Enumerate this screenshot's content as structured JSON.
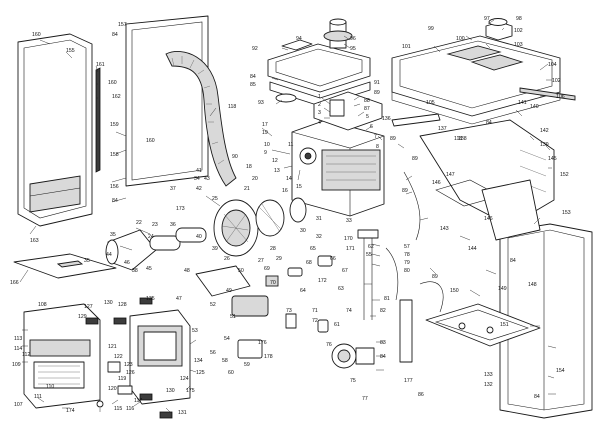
{
  "callouts": [
    {
      "id": "97",
      "label": "97"
    },
    {
      "id": "98",
      "label": "98"
    },
    {
      "id": "102a",
      "label": "102"
    },
    {
      "id": "99",
      "label": "99"
    },
    {
      "id": "100",
      "label": "100"
    },
    {
      "id": "103",
      "label": "103"
    },
    {
      "id": "101",
      "label": "101"
    },
    {
      "id": "104",
      "label": "104"
    },
    {
      "id": "102b",
      "label": "102"
    },
    {
      "id": "106",
      "label": "106"
    },
    {
      "id": "105",
      "label": "105"
    },
    {
      "id": "96",
      "label": "96"
    },
    {
      "id": "95",
      "label": "95"
    },
    {
      "id": "94",
      "label": "94"
    },
    {
      "id": "92",
      "label": "92"
    },
    {
      "id": "84a",
      "label": "84"
    },
    {
      "id": "85a",
      "label": "85"
    },
    {
      "id": "91",
      "label": "91"
    },
    {
      "id": "89a",
      "label": "89"
    },
    {
      "id": "93",
      "label": "93"
    },
    {
      "id": "88",
      "label": "88"
    },
    {
      "id": "87",
      "label": "87"
    },
    {
      "id": "160a",
      "label": "160"
    },
    {
      "id": "155",
      "label": "155"
    },
    {
      "id": "157",
      "label": "157"
    },
    {
      "id": "84b",
      "label": "84"
    },
    {
      "id": "161",
      "label": "161"
    },
    {
      "id": "160b",
      "label": "160"
    },
    {
      "id": "162",
      "label": "162"
    },
    {
      "id": "159",
      "label": "159"
    },
    {
      "id": "158",
      "label": "158"
    },
    {
      "id": "160c",
      "label": "160"
    },
    {
      "id": "118a",
      "label": "118"
    },
    {
      "id": "156",
      "label": "156"
    },
    {
      "id": "84c",
      "label": "84"
    },
    {
      "id": "163",
      "label": "163"
    },
    {
      "id": "166",
      "label": "166"
    },
    {
      "id": "17",
      "label": "17"
    },
    {
      "id": "19",
      "label": "19"
    },
    {
      "id": "10",
      "label": "10"
    },
    {
      "id": "9",
      "label": "9"
    },
    {
      "id": "11",
      "label": "11"
    },
    {
      "id": "12",
      "label": "12"
    },
    {
      "id": "13",
      "label": "13"
    },
    {
      "id": "14",
      "label": "14"
    },
    {
      "id": "15",
      "label": "15"
    },
    {
      "id": "16",
      "label": "16"
    },
    {
      "id": "18",
      "label": "18"
    },
    {
      "id": "20",
      "label": "20"
    },
    {
      "id": "21",
      "label": "21"
    },
    {
      "id": "90",
      "label": "90"
    },
    {
      "id": "34",
      "label": "34"
    },
    {
      "id": "37",
      "label": "37"
    },
    {
      "id": "41",
      "label": "41"
    },
    {
      "id": "42",
      "label": "42"
    },
    {
      "id": "43",
      "label": "43"
    },
    {
      "id": "1",
      "label": "1"
    },
    {
      "id": "2",
      "label": "2"
    },
    {
      "id": "3",
      "label": "3"
    },
    {
      "id": "4",
      "label": "4"
    },
    {
      "id": "5",
      "label": "5"
    },
    {
      "id": "6",
      "label": "6"
    },
    {
      "id": "7",
      "label": "7"
    },
    {
      "id": "8",
      "label": "8"
    },
    {
      "id": "89b",
      "label": "89"
    },
    {
      "id": "89c",
      "label": "89"
    },
    {
      "id": "89d",
      "label": "89"
    },
    {
      "id": "89e",
      "label": "89"
    },
    {
      "id": "173",
      "label": "173"
    },
    {
      "id": "22",
      "label": "22"
    },
    {
      "id": "23",
      "label": "23"
    },
    {
      "id": "24",
      "label": "24"
    },
    {
      "id": "25",
      "label": "25"
    },
    {
      "id": "26",
      "label": "26"
    },
    {
      "id": "27",
      "label": "27"
    },
    {
      "id": "28",
      "label": "28"
    },
    {
      "id": "29",
      "label": "29"
    },
    {
      "id": "30",
      "label": "30"
    },
    {
      "id": "31",
      "label": "31"
    },
    {
      "id": "32",
      "label": "32"
    },
    {
      "id": "33",
      "label": "33"
    },
    {
      "id": "35a",
      "label": "35"
    },
    {
      "id": "35b",
      "label": "35"
    },
    {
      "id": "36",
      "label": "36"
    },
    {
      "id": "38",
      "label": "38"
    },
    {
      "id": "39",
      "label": "39"
    },
    {
      "id": "40",
      "label": "40"
    },
    {
      "id": "44",
      "label": "44"
    },
    {
      "id": "45",
      "label": "45"
    },
    {
      "id": "46",
      "label": "46"
    },
    {
      "id": "47",
      "label": "47"
    },
    {
      "id": "48",
      "label": "48"
    },
    {
      "id": "49",
      "label": "49"
    },
    {
      "id": "50",
      "label": "50"
    },
    {
      "id": "51",
      "label": "51"
    },
    {
      "id": "52",
      "label": "52"
    },
    {
      "id": "53",
      "label": "53"
    },
    {
      "id": "54",
      "label": "54"
    },
    {
      "id": "55",
      "label": "55"
    },
    {
      "id": "56",
      "label": "56"
    },
    {
      "id": "57",
      "label": "57"
    },
    {
      "id": "58",
      "label": "58"
    },
    {
      "id": "59",
      "label": "59"
    },
    {
      "id": "60",
      "label": "60"
    },
    {
      "id": "61",
      "label": "61"
    },
    {
      "id": "62",
      "label": "62"
    },
    {
      "id": "63",
      "label": "63"
    },
    {
      "id": "64",
      "label": "64"
    },
    {
      "id": "65",
      "label": "65"
    },
    {
      "id": "66",
      "label": "66"
    },
    {
      "id": "67",
      "label": "67"
    },
    {
      "id": "68",
      "label": "68"
    },
    {
      "id": "69",
      "label": "69"
    },
    {
      "id": "70",
      "label": "70"
    },
    {
      "id": "71",
      "label": "71"
    },
    {
      "id": "72",
      "label": "72"
    },
    {
      "id": "73",
      "label": "73"
    },
    {
      "id": "74",
      "label": "74"
    },
    {
      "id": "75",
      "label": "75"
    },
    {
      "id": "76",
      "label": "76"
    },
    {
      "id": "77",
      "label": "77"
    },
    {
      "id": "78",
      "label": "78"
    },
    {
      "id": "79",
      "label": "79"
    },
    {
      "id": "80",
      "label": "80"
    },
    {
      "id": "81",
      "label": "81"
    },
    {
      "id": "82",
      "label": "82"
    },
    {
      "id": "83",
      "label": "83"
    },
    {
      "id": "84d",
      "label": "84"
    },
    {
      "id": "86",
      "label": "86"
    },
    {
      "id": "170",
      "label": "170"
    },
    {
      "id": "171",
      "label": "171"
    },
    {
      "id": "172",
      "label": "172"
    },
    {
      "id": "174",
      "label": "174"
    },
    {
      "id": "175",
      "label": "175"
    },
    {
      "id": "176",
      "label": "176"
    },
    {
      "id": "177",
      "label": "177"
    },
    {
      "id": "178",
      "label": "178"
    },
    {
      "id": "107",
      "label": "107"
    },
    {
      "id": "108",
      "label": "108"
    },
    {
      "id": "109",
      "label": "109"
    },
    {
      "id": "110",
      "label": "110"
    },
    {
      "id": "111",
      "label": "111"
    },
    {
      "id": "112",
      "label": "112"
    },
    {
      "id": "113",
      "label": "113"
    },
    {
      "id": "114",
      "label": "114"
    },
    {
      "id": "115",
      "label": "115"
    },
    {
      "id": "116",
      "label": "116"
    },
    {
      "id": "117",
      "label": "117"
    },
    {
      "id": "119",
      "label": "119"
    },
    {
      "id": "120",
      "label": "120"
    },
    {
      "id": "121",
      "label": "121"
    },
    {
      "id": "122",
      "label": "122"
    },
    {
      "id": "123",
      "label": "123"
    },
    {
      "id": "124",
      "label": "124"
    },
    {
      "id": "125",
      "label": "125"
    },
    {
      "id": "126",
      "label": "126"
    },
    {
      "id": "127",
      "label": "127"
    },
    {
      "id": "128",
      "label": "128"
    },
    {
      "id": "129",
      "label": "129"
    },
    {
      "id": "130a",
      "label": "130"
    },
    {
      "id": "130b",
      "label": "130"
    },
    {
      "id": "131",
      "label": "131"
    },
    {
      "id": "132",
      "label": "132"
    },
    {
      "id": "133",
      "label": "133"
    },
    {
      "id": "134",
      "label": "134"
    },
    {
      "id": "135",
      "label": "135"
    },
    {
      "id": "136",
      "label": "136"
    },
    {
      "id": "137",
      "label": "137"
    },
    {
      "id": "138",
      "label": "138"
    },
    {
      "id": "139",
      "label": "139"
    },
    {
      "id": "140",
      "label": "140"
    },
    {
      "id": "141",
      "label": "141"
    },
    {
      "id": "142",
      "label": "142"
    },
    {
      "id": "143",
      "label": "143"
    },
    {
      "id": "144",
      "label": "144"
    },
    {
      "id": "145",
      "label": "145"
    },
    {
      "id": "146a",
      "label": "146"
    },
    {
      "id": "146b",
      "label": "146"
    },
    {
      "id": "147",
      "label": "147"
    },
    {
      "id": "148",
      "label": "148"
    },
    {
      "id": "149",
      "label": "149"
    },
    {
      "id": "150",
      "label": "150"
    },
    {
      "id": "151",
      "label": "151"
    },
    {
      "id": "152",
      "label": "152"
    },
    {
      "id": "153",
      "label": "153"
    },
    {
      "id": "154",
      "label": "154"
    },
    {
      "id": "118b",
      "label": "118"
    },
    {
      "id": "84e",
      "label": "84"
    },
    {
      "id": "84f",
      "label": "84"
    },
    {
      "id": "84g",
      "label": "84"
    }
  ]
}
